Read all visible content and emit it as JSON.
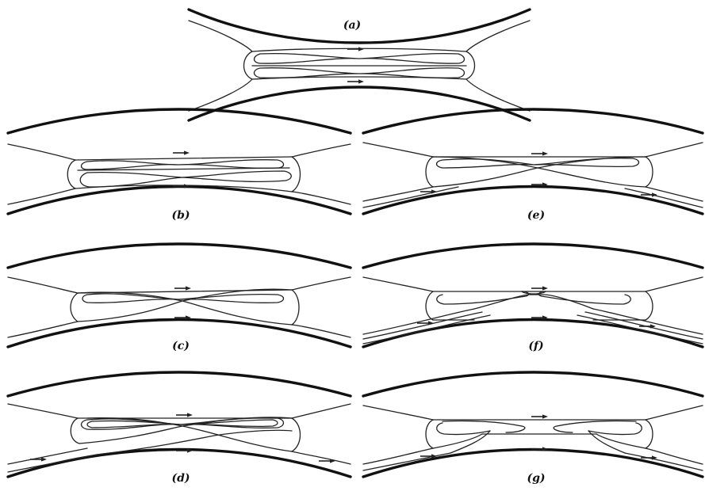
{
  "panels": [
    {
      "id": "a",
      "label": "(a)"
    },
    {
      "id": "b",
      "label": "(b)"
    },
    {
      "id": "c",
      "label": "(c)"
    },
    {
      "id": "d",
      "label": "(d)"
    },
    {
      "id": "e",
      "label": "(e)"
    },
    {
      "id": "f",
      "label": "(f)"
    },
    {
      "id": "g",
      "label": "(g)"
    }
  ]
}
